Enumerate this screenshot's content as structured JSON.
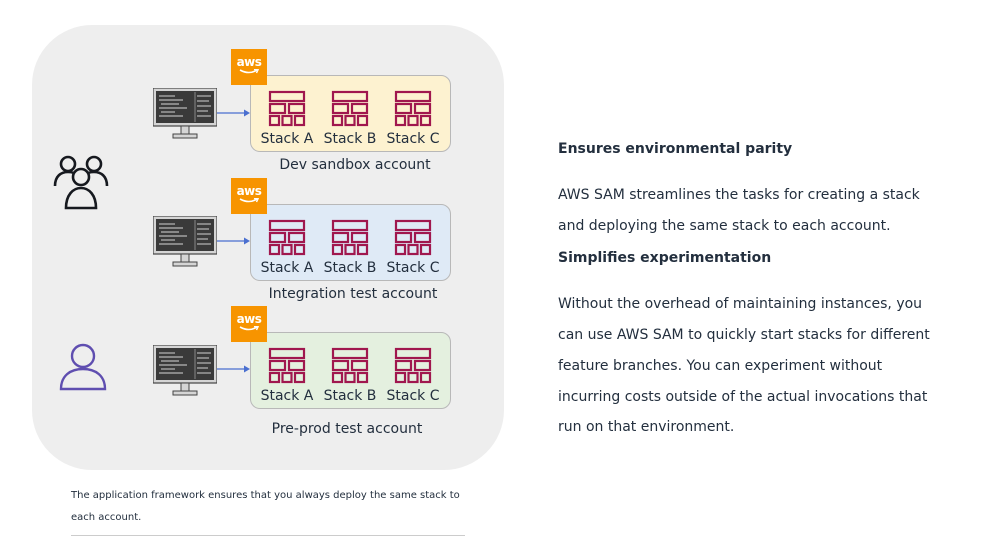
{
  "diagram": {
    "aws_badge_text": "aws",
    "stack_labels": [
      "Stack A",
      "Stack B",
      "Stack C"
    ],
    "accounts": [
      {
        "name": "Dev sandbox account"
      },
      {
        "name": "Integration test account"
      },
      {
        "name": "Pre-prod test account"
      }
    ],
    "colors": {
      "panel": "#eeeeee",
      "dev": "#fdf2d0",
      "integration": "#dfeaf6",
      "preprod": "#e4f0df",
      "stack_icon": "#a0174e",
      "aws_badge": "#f79400",
      "user_icon": "#5f4eb0",
      "arrow": "#4a6fd0"
    }
  },
  "caption": "The application framework ensures that you always deploy the same stack to each account.",
  "sections": [
    {
      "heading": "Ensures environmental parity",
      "body": "AWS SAM streamlines the tasks for creating a stack and deploying the same stack to each account."
    },
    {
      "heading": "Simplifies experimentation",
      "body": "Without the overhead of maintaining instances, you can use AWS SAM to quickly start stacks for different feature branches. You can experiment without incurring costs outside of the actual invocations that run on that environment."
    }
  ]
}
